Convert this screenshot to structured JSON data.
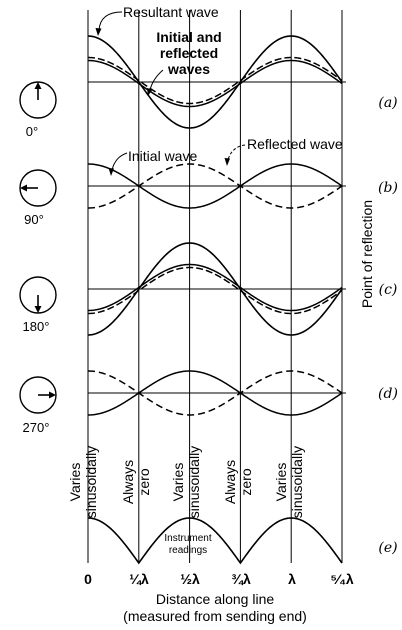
{
  "labels": {
    "resultant_wave": "Resultant wave",
    "initial_and_reflected_1": "Initial and",
    "initial_and_reflected_2": "reflected",
    "initial_and_reflected_3": "waves",
    "initial_wave": "Initial wave",
    "reflected_wave": "Reflected wave",
    "point_of_reflection": "Point of reflection",
    "instrument_1": "Instrument",
    "instrument_2": "readings",
    "x_axis_1": "Distance along line",
    "x_axis_2": "(measured from sending end)"
  },
  "phasors": [
    {
      "angle_label": "0°",
      "direction": "up"
    },
    {
      "angle_label": "90°",
      "direction": "left"
    },
    {
      "angle_label": "180°",
      "direction": "down"
    },
    {
      "angle_label": "270°",
      "direction": "right"
    }
  ],
  "panels": [
    "(a)",
    "(b)",
    "(c)",
    "(d)",
    "(e)"
  ],
  "column_labels": [
    {
      "line1": "Varies",
      "line2": "sinusoidally"
    },
    {
      "line1": "Always",
      "line2": "zero"
    },
    {
      "line1": "Varies",
      "line2": "sinusoidally"
    },
    {
      "line1": "Always",
      "line2": "zero"
    },
    {
      "line1": "Varies",
      "line2": "sinusoidally"
    }
  ],
  "x_ticks": [
    "0",
    "¼λ",
    "½λ",
    "¾λ",
    "λ",
    "⁵⁄₄λ"
  ]
}
